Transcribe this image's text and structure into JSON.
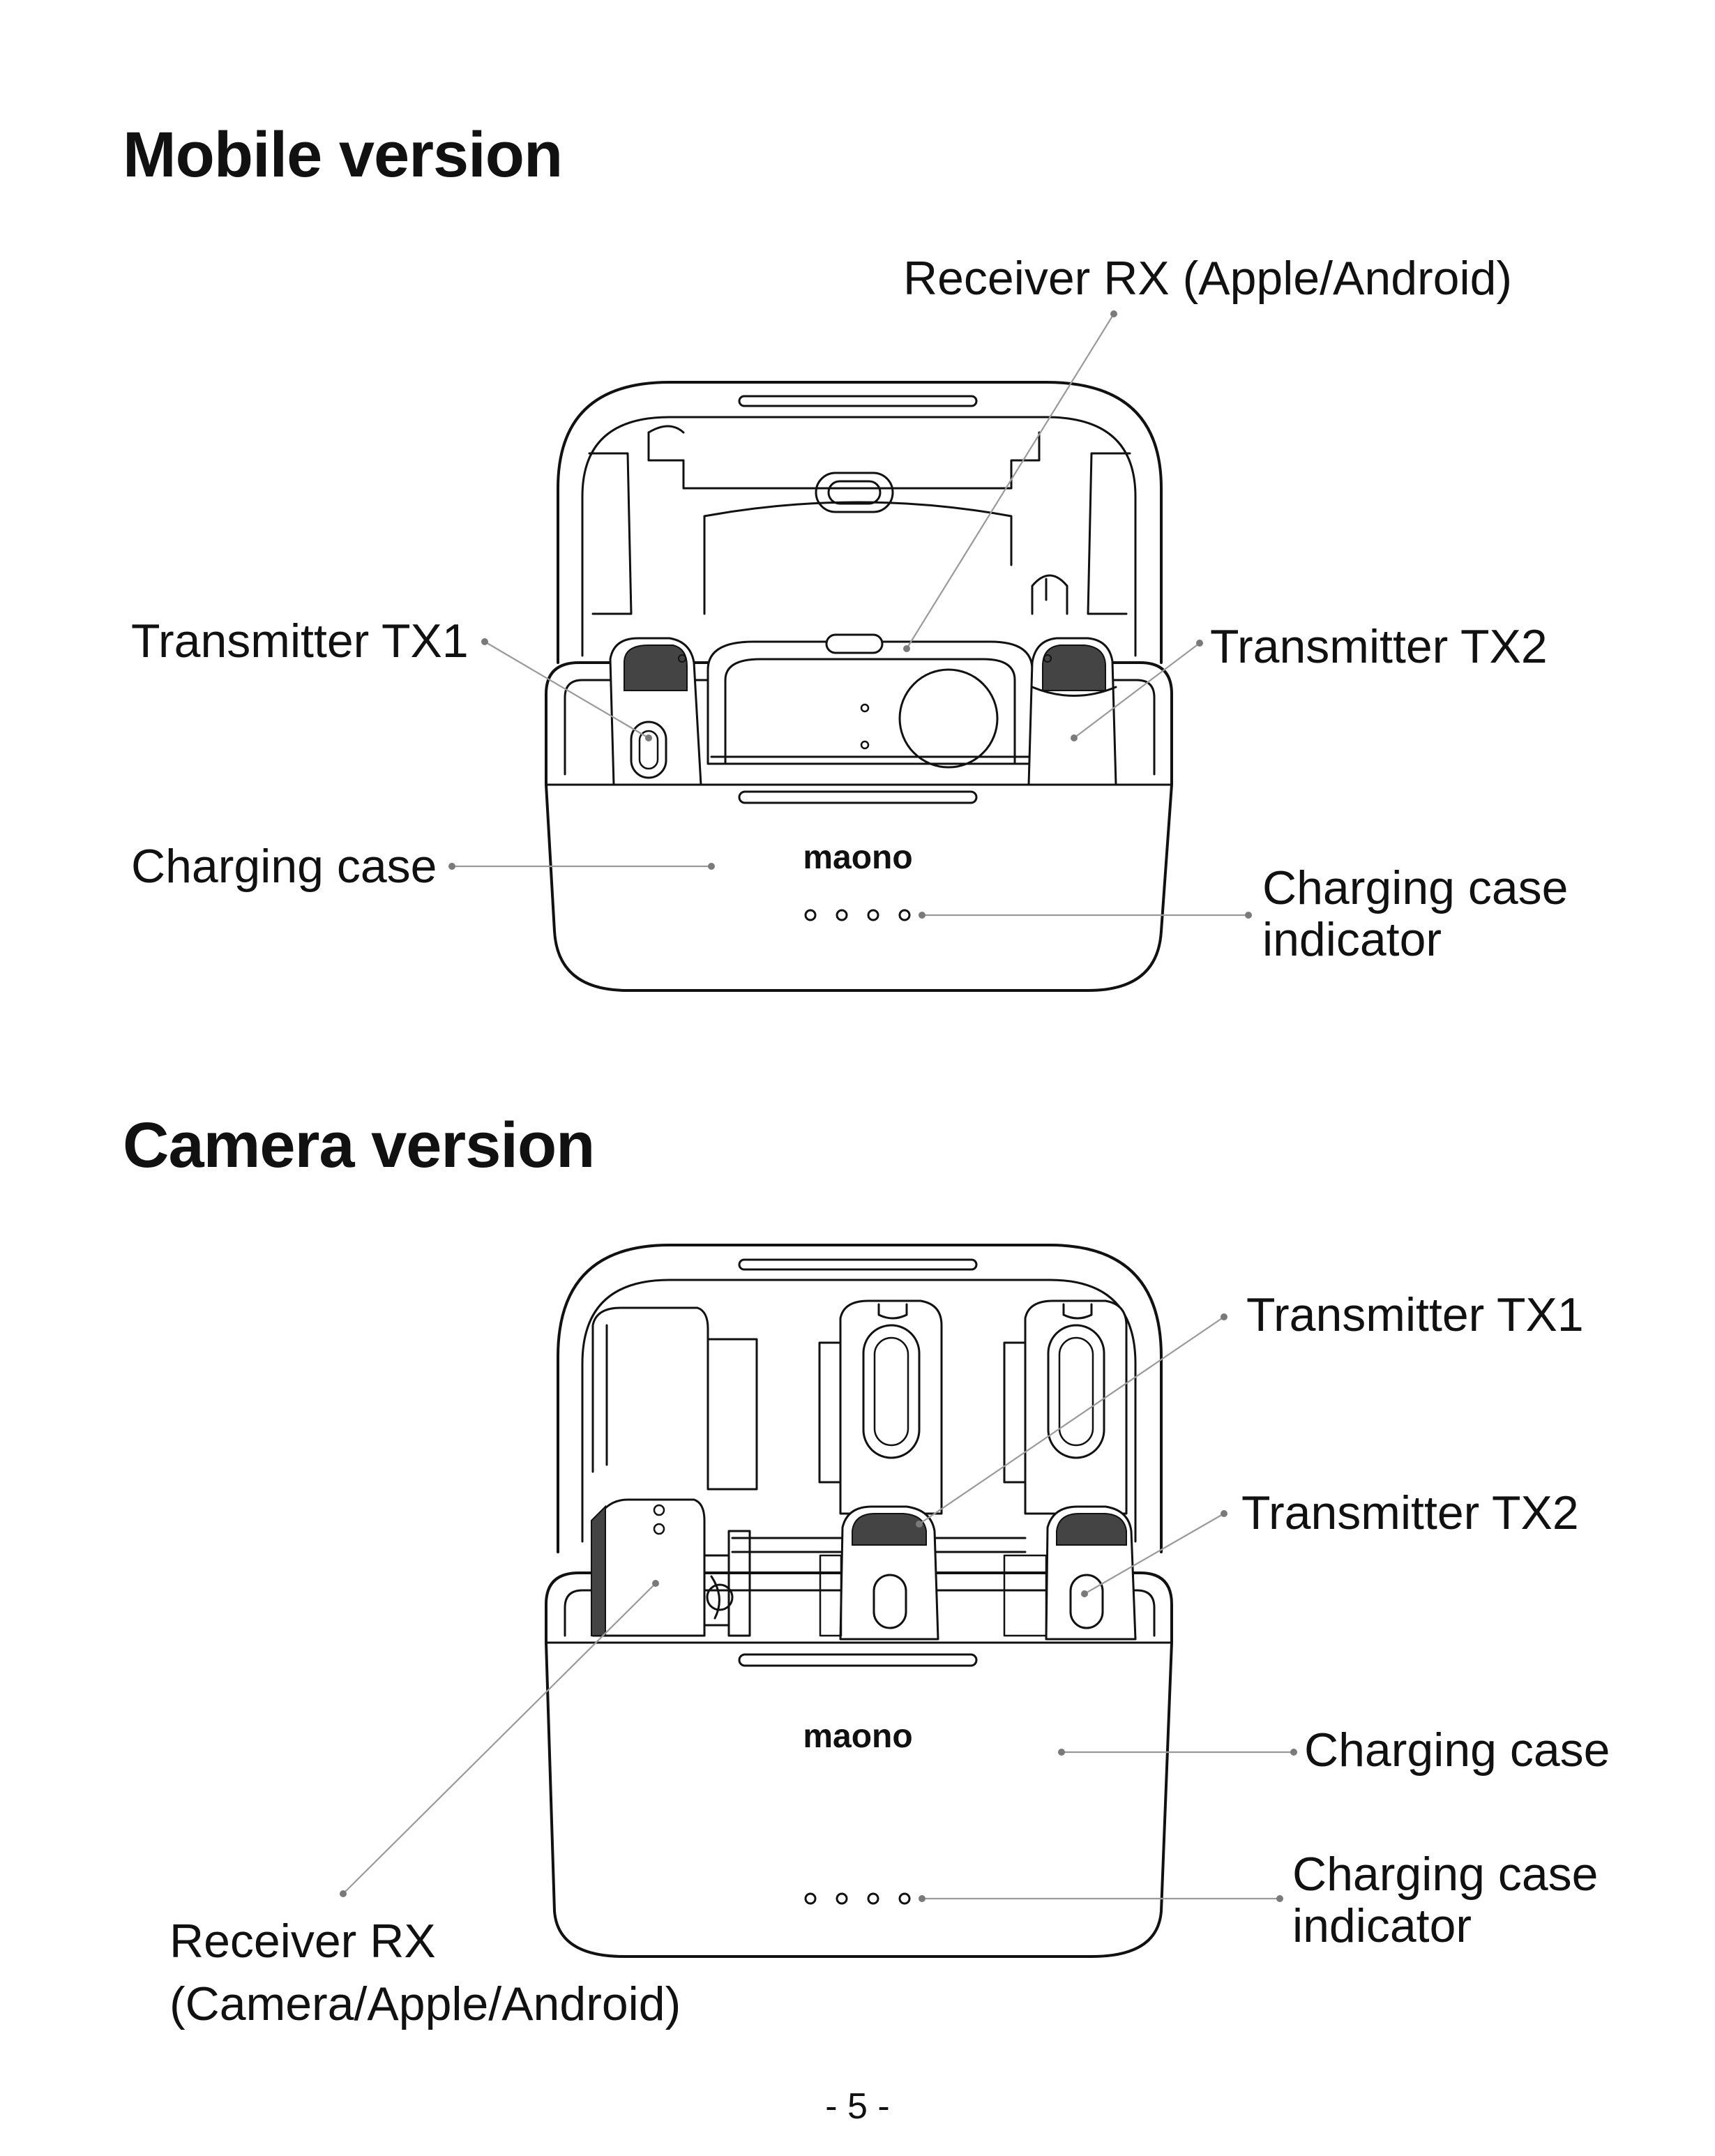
{
  "sections": {
    "mobile": {
      "heading": "Mobile version",
      "labels": {
        "receiver": "Receiver RX (Apple/Android)",
        "tx1": "Transmitter TX1",
        "tx2": "Transmitter TX2",
        "case": "Charging case",
        "indicator_line1": "Charging case",
        "indicator_line2": "indicator"
      }
    },
    "camera": {
      "heading": "Camera version",
      "labels": {
        "tx1": "Transmitter TX1",
        "tx2": "Transmitter TX2",
        "case": "Charging case",
        "indicator_line1": "Charging case",
        "indicator_line2": "indicator",
        "receiver_line1": "Receiver RX",
        "receiver_line2": "(Camera/Apple/Android)"
      }
    }
  },
  "brand": "maono",
  "page_number": "- 5 -"
}
